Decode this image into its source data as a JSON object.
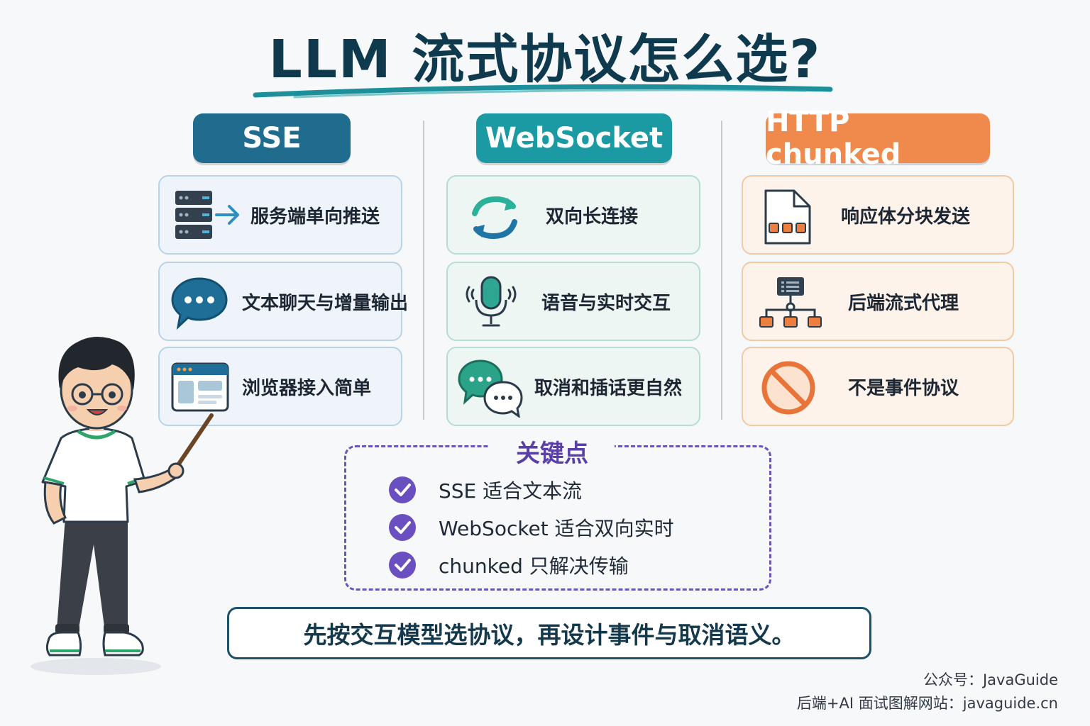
{
  "title": "LLM 流式协议怎么选?",
  "columns": [
    {
      "header": "SSE",
      "color": "#1f6c8f",
      "items": [
        {
          "label": "服务端单向推送",
          "icon": "server-push-icon"
        },
        {
          "label": "文本聊天与增量输出",
          "icon": "chat-bubble-icon"
        },
        {
          "label": "浏览器接入简单",
          "icon": "browser-window-icon"
        }
      ]
    },
    {
      "header": "WebSocket",
      "color": "#1b9aa3",
      "items": [
        {
          "label": "双向长连接",
          "icon": "bidirectional-arrows-icon"
        },
        {
          "label": "语音与实时交互",
          "icon": "microphone-icon"
        },
        {
          "label": "取消和插话更自然",
          "icon": "conversation-bubbles-icon"
        }
      ]
    },
    {
      "header": "HTTP chunked",
      "color": "#ef8a4c",
      "items": [
        {
          "label": "响应体分块发送",
          "icon": "chunked-document-icon"
        },
        {
          "label": "后端流式代理",
          "icon": "proxy-tree-icon"
        },
        {
          "label": "不是事件协议",
          "icon": "prohibited-icon"
        }
      ]
    }
  ],
  "key_points": {
    "title": "关键点",
    "items": [
      "SSE 适合文本流",
      "WebSocket 适合双向实时",
      "chunked 只解决传输"
    ]
  },
  "summary": "先按交互模型选协议，再设计事件与取消语义。",
  "footer": {
    "line1": "公众号：JavaGuide",
    "line2": "后端+AI 面试图解网站：javaguide.cn"
  }
}
